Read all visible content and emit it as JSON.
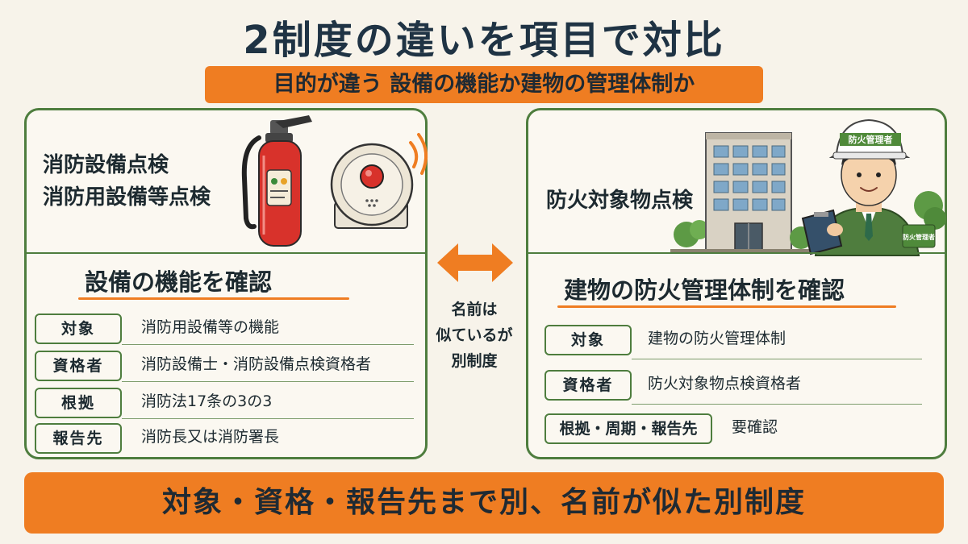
{
  "title": "2制度の違いを項目で対比",
  "subtitle": "目的が違う 設備の機能か建物の管理体制か",
  "left": {
    "name_line1": "消防設備点検",
    "name_line2": "消防用設備等点検",
    "section_title": "設備の機能を確認",
    "rows": [
      {
        "label": "対象",
        "value": "消防用設備等の機能"
      },
      {
        "label": "資格者",
        "value": "消防設備士・消防設備点検資格者"
      },
      {
        "label": "根拠",
        "value": "消防法17条の3の3"
      },
      {
        "label": "報告先",
        "value": "消防長又は消防署長"
      }
    ]
  },
  "middle": {
    "line1": "名前は",
    "line2": "似ているが",
    "line3": "別制度"
  },
  "right": {
    "name": "防火対象物点検",
    "section_title": "建物の防火管理体制を確認",
    "helmet_text": "防火管理者",
    "armband_text": "防火管理者",
    "rows": [
      {
        "label": "対象",
        "value": "建物の防火管理体制"
      },
      {
        "label": "資格者",
        "value": "防火対象物点検資格者"
      },
      {
        "label": "根拠・周期・報告先",
        "value": "要確認"
      }
    ]
  },
  "footer": "対象・資格・報告先まで別、名前が似た別制度",
  "colors": {
    "accent_orange": "#ef7d22",
    "border_green": "#4e7d3e",
    "background": "#f7f3ea"
  }
}
